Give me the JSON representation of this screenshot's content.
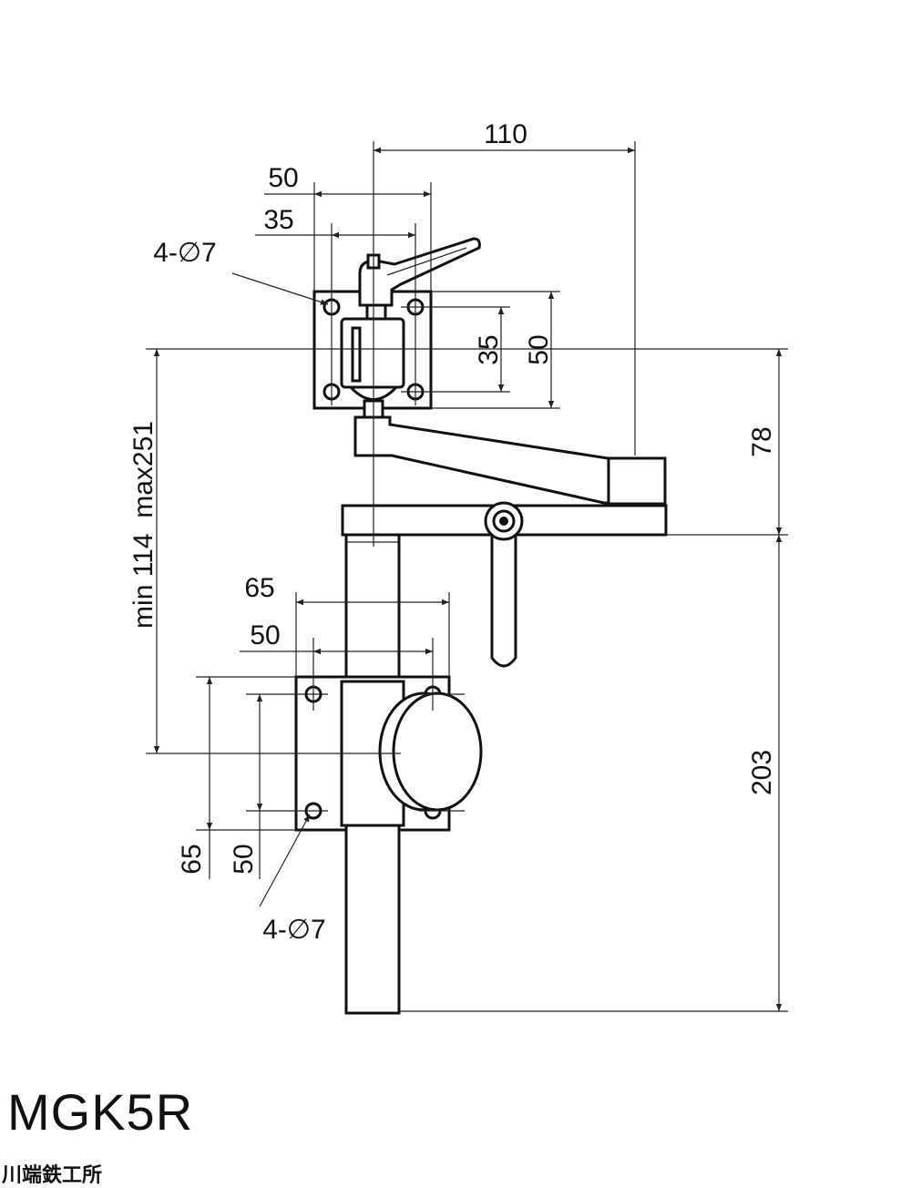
{
  "drawing": {
    "model": "MGK5R",
    "manufacturer": "川端鉄工所",
    "dimensions": {
      "total_width": "110",
      "top_plate_width": "50",
      "top_hole_pitch_h": "35",
      "top_holes": "4-∅7",
      "top_hole_pitch_v": "35",
      "top_plate_height": "50",
      "height_range": "min 114  max251",
      "arm_height": "78",
      "base_height": "203",
      "bottom_plate_width": "65",
      "bottom_hole_pitch_h": "50",
      "bottom_plate_height": "65",
      "bottom_hole_pitch_v": "50",
      "bottom_holes": "4-∅7"
    }
  }
}
